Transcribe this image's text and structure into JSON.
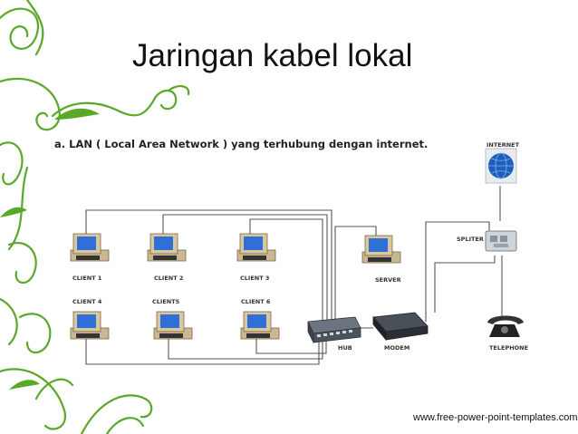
{
  "slide": {
    "title": "Jaringan kabel lokal",
    "subtitle": "a. LAN ( Local Area Network ) yang terhubung dengan internet.",
    "footer": "www.free-power-point-templates.com"
  },
  "nodes": {
    "client1": "CLIENT 1",
    "client2": "CLIENT 2",
    "client3": "CLIENT 3",
    "client4": "CLIENT 4",
    "client5": "CLIENT5",
    "client6": "CLIENT 6",
    "server": "SERVER",
    "hub": "HUB",
    "modem": "MODEM",
    "telephone": "TELEPHONE",
    "spliter": "SPLITER",
    "internet": "INTERNET"
  },
  "colors": {
    "vine": "#5aa82a",
    "screen": "#2f6fd6",
    "monitor": "#d8c7a0",
    "globe": "#1f5fb8"
  }
}
